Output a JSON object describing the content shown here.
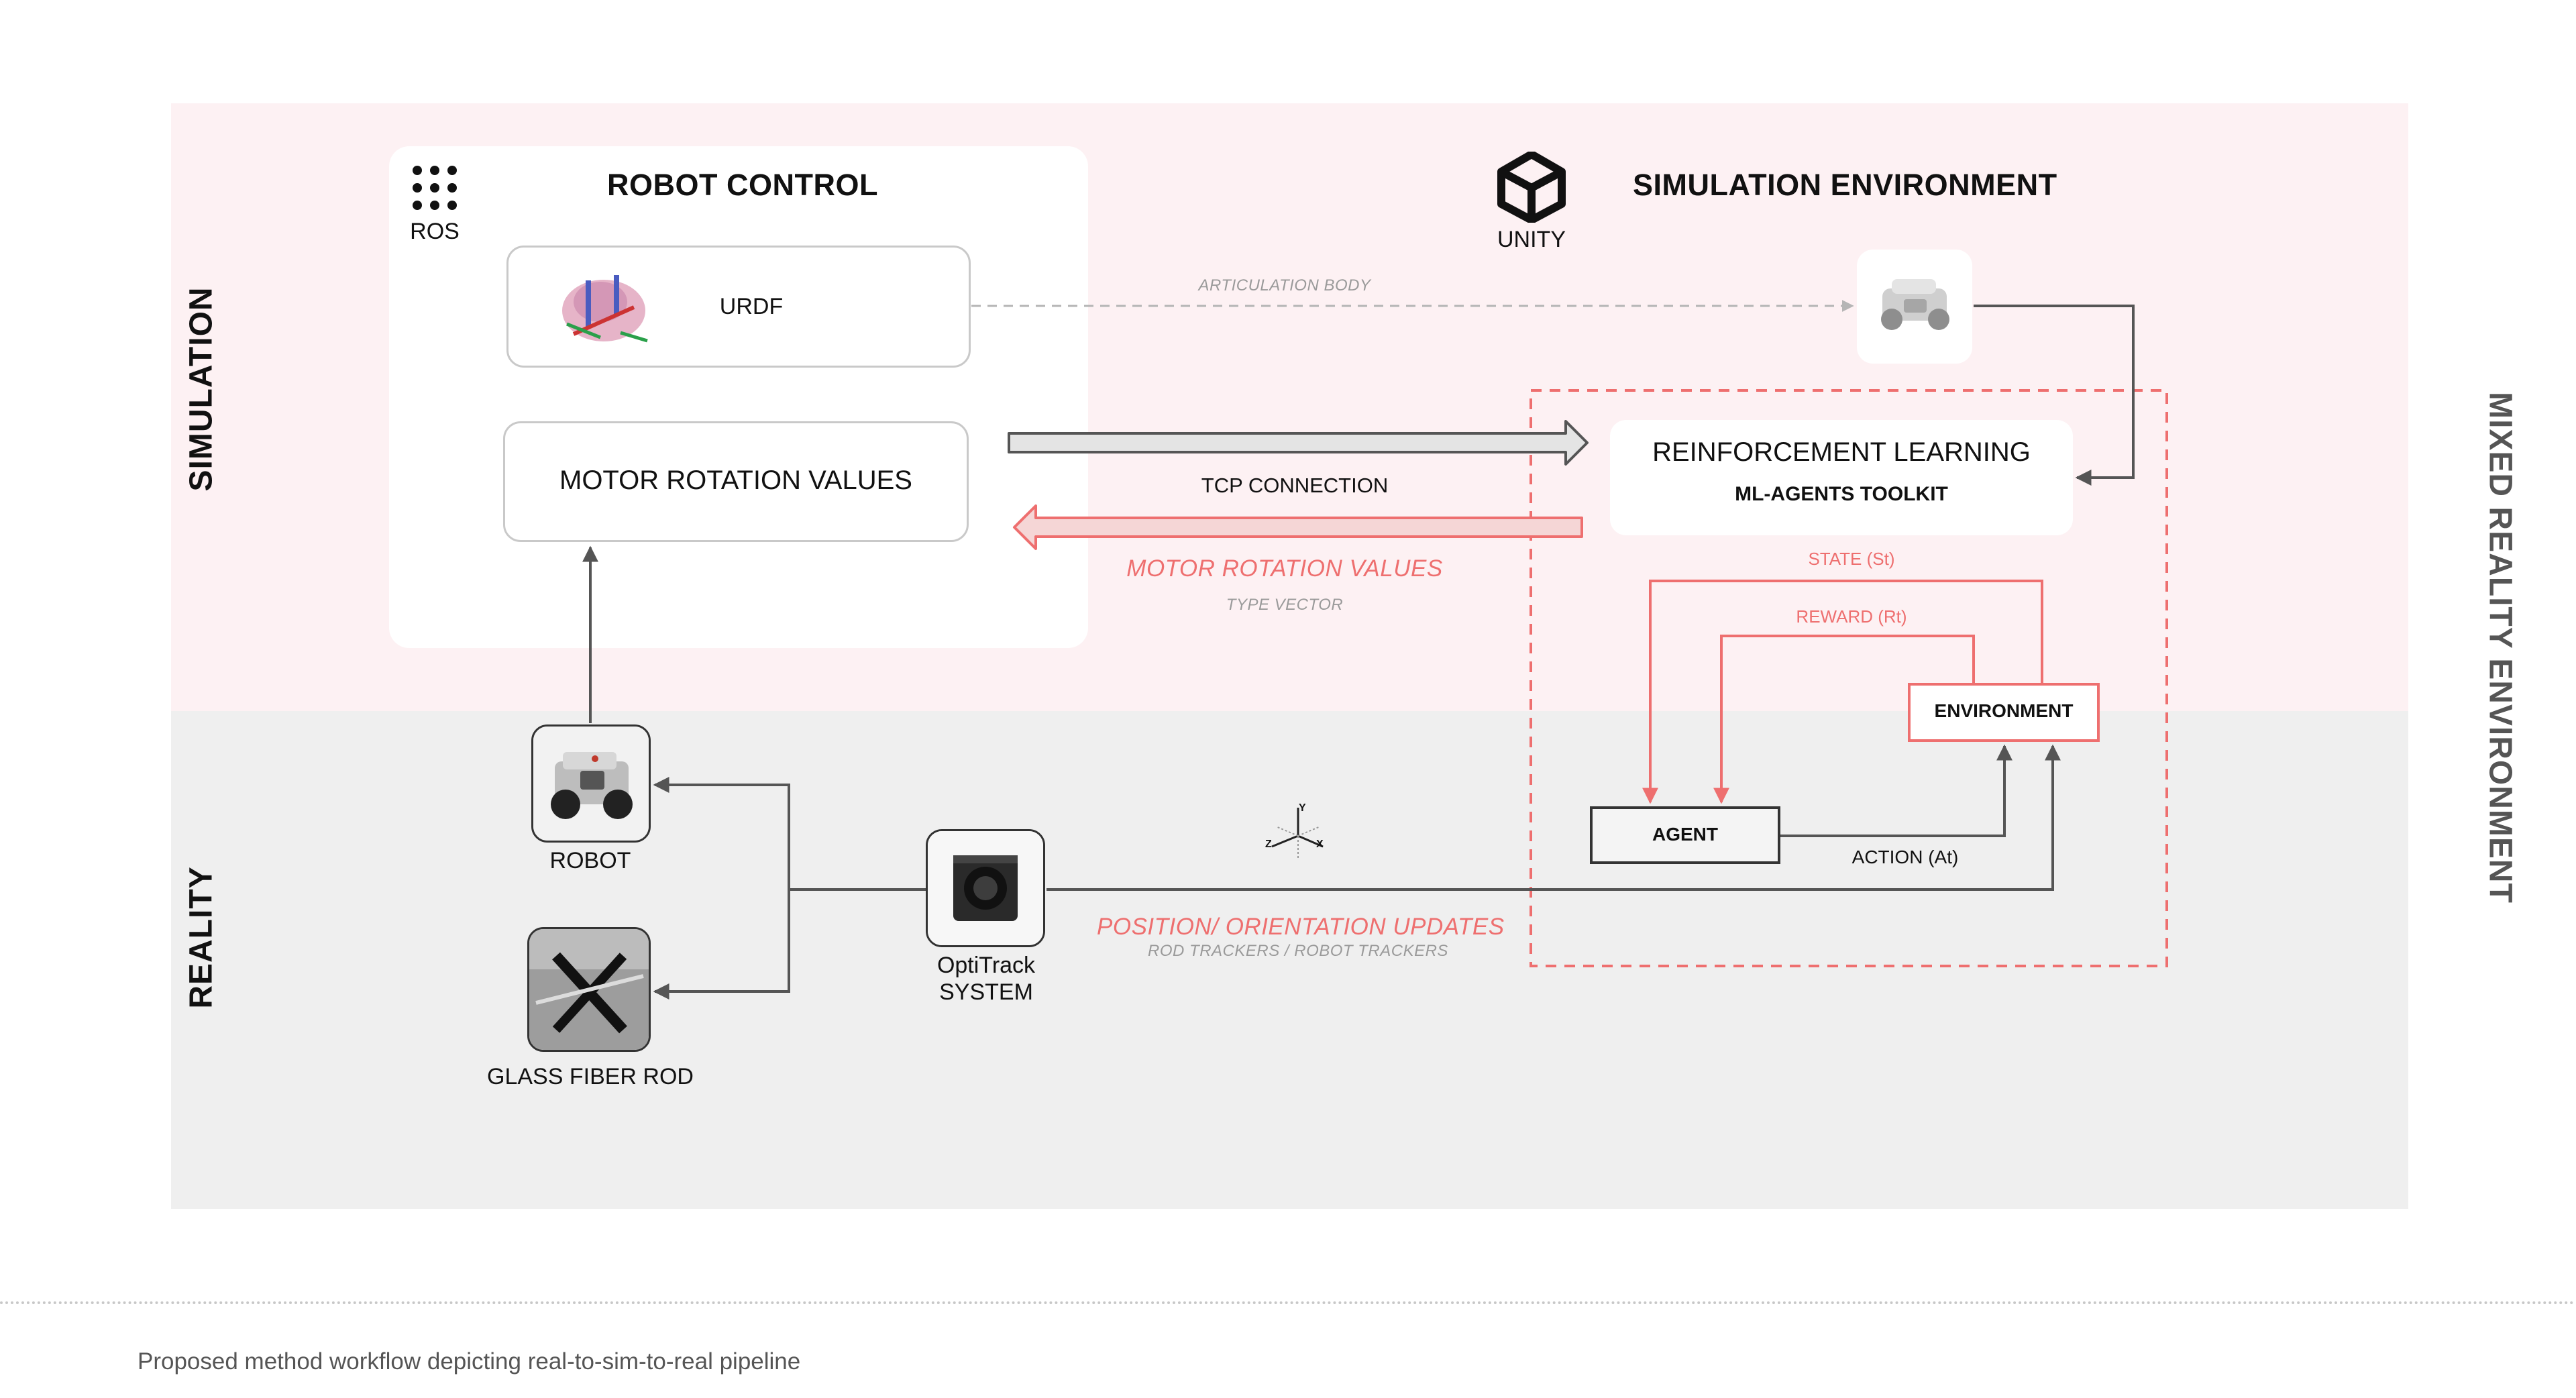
{
  "zones": {
    "simulation": "SIMULATION",
    "reality": "REALITY",
    "mixed": "MIXED REALITY ENVIRONMENT"
  },
  "ros": {
    "logo_label": "ROS",
    "title": "ROBOT CONTROL",
    "urdf": "URDF",
    "motor_box": "MOTOR ROTATION VALUES"
  },
  "unity": {
    "logo_label": "UNITY",
    "title": "SIMULATION ENVIRONMENT"
  },
  "links": {
    "articulation": "ARTICULATION BODY",
    "tcp": "TCP CONNECTION",
    "motor_values": "MOTOR ROTATION VALUES",
    "type_vector": "TYPE VECTOR",
    "position_updates": "POSITION/ ORIENTATION UPDATES",
    "trackers": "ROD TRACKERS / ROBOT TRACKERS"
  },
  "rl": {
    "title": "REINFORCEMENT LEARNING",
    "subtitle": "ML-AGENTS TOOLKIT",
    "state": "STATE (St)",
    "reward": "REWARD (Rt)",
    "environment": "ENVIRONMENT",
    "agent": "AGENT",
    "action": "ACTION (At)"
  },
  "reality": {
    "robot": "ROBOT",
    "rod": "GLASS FIBER ROD",
    "optitrack_line1": "OptiTrack",
    "optitrack_line2": "SYSTEM"
  },
  "axes": {
    "y": "Y",
    "z": "Z",
    "x": "X"
  },
  "caption": "Proposed method workflow depicting real-to-sim-to-real pipeline",
  "colors": {
    "sim_bg": "#fdf1f3",
    "real_bg": "#efefef",
    "accent": "#ee6f6f",
    "line": "#555555"
  },
  "icons": [
    "ros-dots-icon",
    "unity-logo-icon",
    "urdf-robot-icon",
    "robot-model-icon",
    "robot-photo-icon",
    "glass-fiber-rod-icon",
    "optitrack-camera-icon",
    "axes-icon"
  ]
}
